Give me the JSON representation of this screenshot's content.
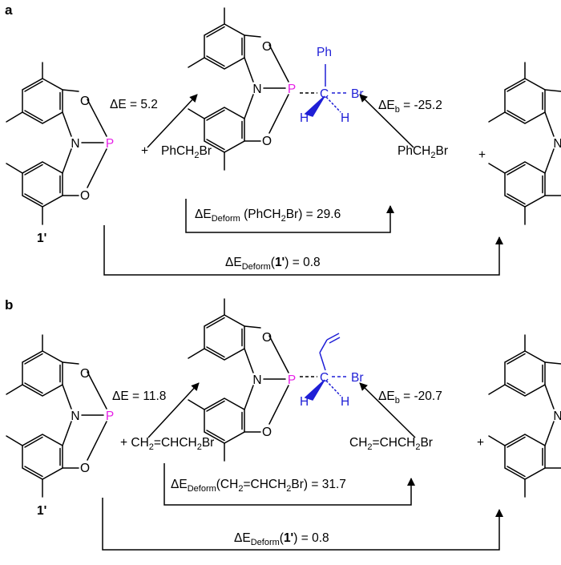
{
  "colors": {
    "phosphorus": "#e61ee6",
    "blue_atoms": "#1f1fd6",
    "bond": "#000000"
  },
  "panel_a": {
    "label": "a",
    "delta_e": "ΔE = 5.2",
    "delta_eb_prefix": "ΔE",
    "delta_eb_sub": "b",
    "delta_eb_value": " = -25.2",
    "reagent_left_pre": "PhCH",
    "reagent_left_sub": "2",
    "reagent_left_post": "Br",
    "reagent_right_pre": "PhCH",
    "reagent_right_sub": "2",
    "reagent_right_post": "Br",
    "plus": "+",
    "deform_reagent_prefix": "ΔE",
    "deform_reagent_sub": "Deform",
    "deform_reagent_arg": " (PhCH",
    "deform_reagent_arg_sub": "2",
    "deform_reagent_value": "Br) = 29.6",
    "deform_cat_prefix": "ΔE",
    "deform_cat_sub": "Deform",
    "deform_cat_arg": "1'",
    "deform_cat_value": ") = 0.8",
    "compound_label": "1'",
    "substituent": "Ph"
  },
  "panel_b": {
    "label": "b",
    "delta_e": "ΔE = 11.8",
    "delta_eb_prefix": "ΔE",
    "delta_eb_sub": "b",
    "delta_eb_value": " = -20.7",
    "reagent_left_plus": "+",
    "reagent_left_a": "CH",
    "reagent_left_s1": "2",
    "reagent_left_b": "=CHCH",
    "reagent_left_s2": "2",
    "reagent_left_c": "Br",
    "reagent_right_a": "CH",
    "reagent_right_s1": "2",
    "reagent_right_b": "=CHCH",
    "reagent_right_s2": "2",
    "reagent_right_c": "Br",
    "plus": "+",
    "deform_reagent_prefix": "ΔE",
    "deform_reagent_sub": "Deform",
    "deform_reagent_arg": "(CH",
    "deform_reagent_s1": "2",
    "deform_reagent_mid": "=CHCH",
    "deform_reagent_s2": "2",
    "deform_reagent_value": "Br) = 31.7",
    "deform_cat_prefix": "ΔE",
    "deform_cat_sub": "Deform",
    "deform_cat_arg": "1'",
    "deform_cat_value": ") = 0.8",
    "compound_label": "1'"
  },
  "atoms": {
    "N": "N",
    "P": "P",
    "O": "O",
    "C": "C",
    "H": "H",
    "Br": "Br"
  }
}
